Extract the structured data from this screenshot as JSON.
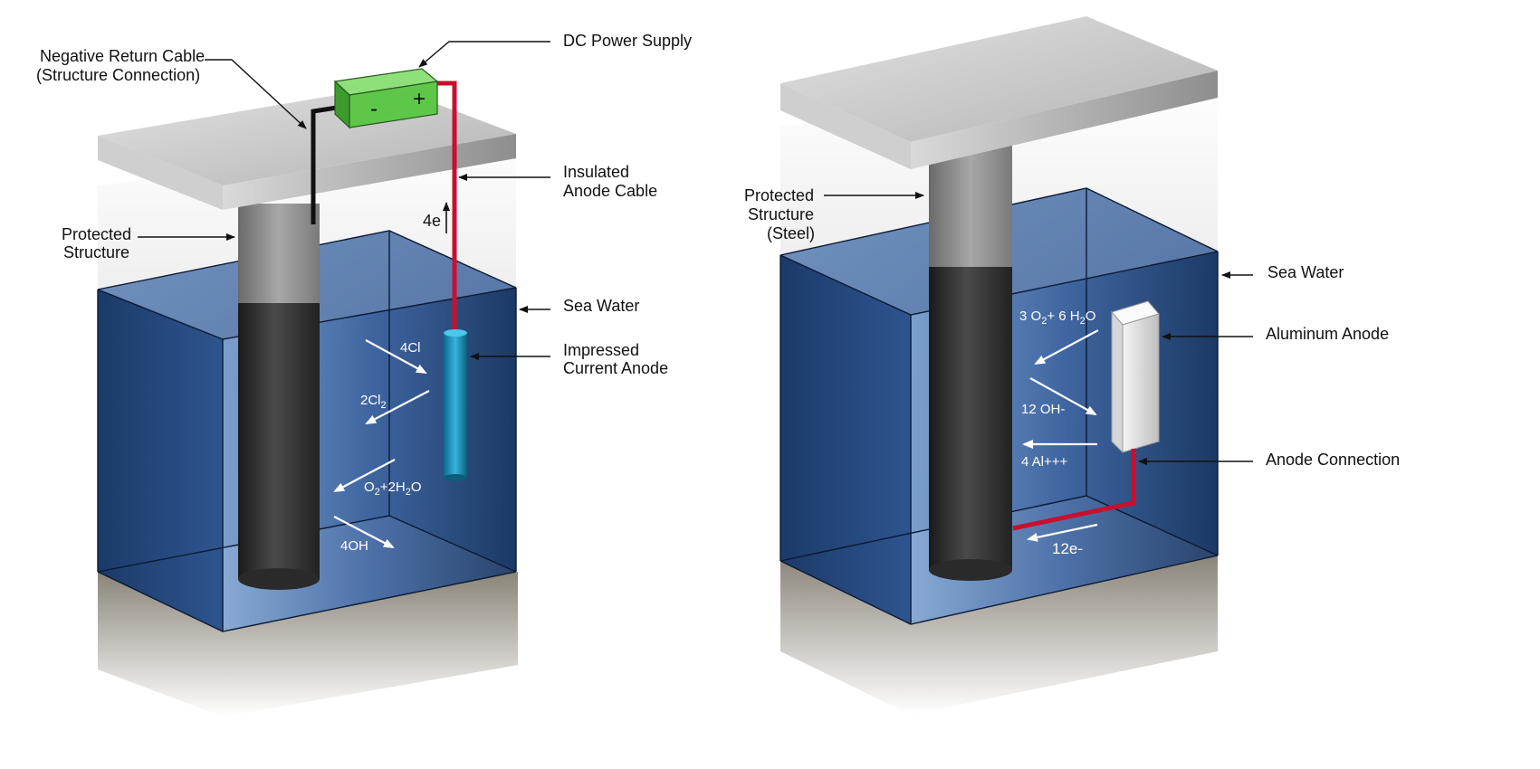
{
  "left_diagram": {
    "labels": {
      "negative_return_line1": "Negative Return Cable",
      "negative_return_line2": "(Structure Connection)",
      "dc_power_supply": "DC Power Supply",
      "insulated_line1": "Insulated",
      "insulated_line2": "Anode Cable",
      "protected_line1": "Protected",
      "protected_line2": "Structure",
      "sea_water": "Sea Water",
      "impressed_line1": "Impressed",
      "impressed_line2": "Current Anode"
    },
    "battery": {
      "minus": "-",
      "plus": "+"
    },
    "current": "4e",
    "chemistry": {
      "cl_ion": "4Cl",
      "cl2_main": "2Cl",
      "cl2_sub": "2",
      "o2_main1": "O",
      "o2_sub1": "2",
      "o2_main2": "+2H",
      "o2_sub2": "2",
      "o2_main3": "O",
      "oh": "4OH"
    }
  },
  "right_diagram": {
    "labels": {
      "protected_line1": "Protected",
      "protected_line2": "Structure",
      "protected_line3": "(Steel)",
      "sea_water": "Sea Water",
      "aluminum_anode": "Aluminum Anode",
      "anode_connection": "Anode Connection"
    },
    "current": "12e-",
    "chemistry": {
      "reaction_a1": "3 O",
      "reaction_a1_sub": "2",
      "reaction_a2": "+ 6 H",
      "reaction_a2_sub": "2",
      "reaction_a3": "O",
      "oh": "12 OH-",
      "al": "4 Al+++"
    }
  },
  "colors": {
    "water_dark": "#1d3a66",
    "water_light": "#6f95c4",
    "cable_red": "#c8102e",
    "battery_green": "#5ec74a",
    "anode_blue": "#1f8fb8",
    "pile_dark": "#2a2a2a",
    "deck_gray": "#bdbdbd"
  }
}
